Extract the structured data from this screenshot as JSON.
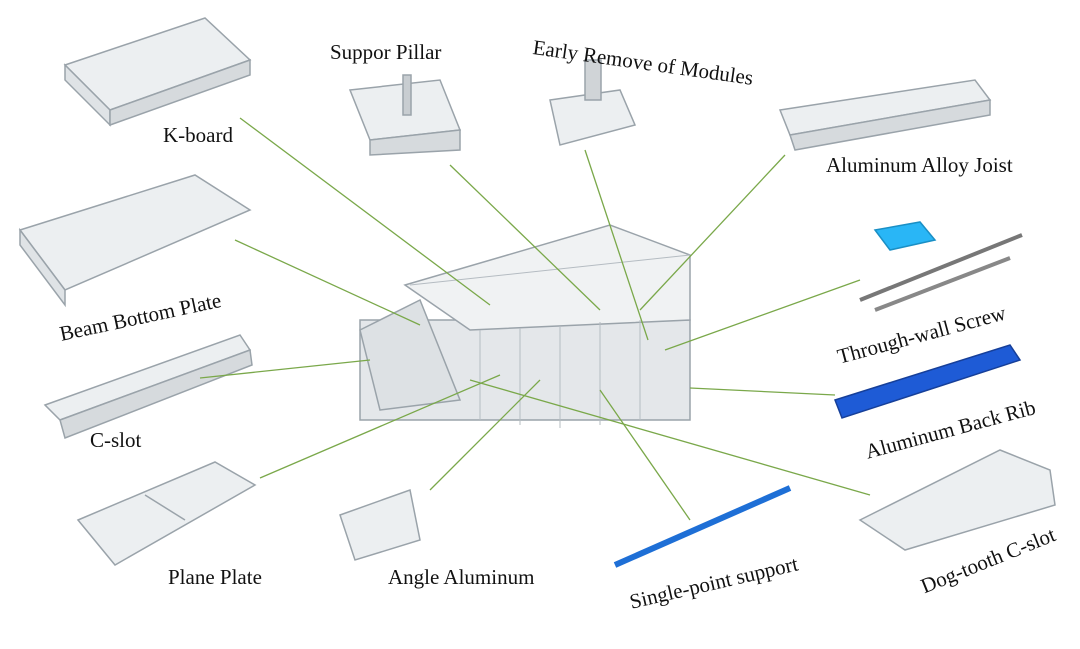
{
  "line_color": "#7aa84a",
  "labels": {
    "k_board": "K-board",
    "support_pillar": "Suppor Pillar",
    "early_remove": "Early Remove of Modules",
    "joist": "Aluminum Alloy Joist",
    "beam_bottom": "Beam Bottom Plate",
    "through_wall": "Through-wall Screw",
    "c_slot": "C-slot",
    "back_rib": "Aluminum Back Rib",
    "plane_plate": "Plane Plate",
    "angle_aluminum": "Angle Aluminum",
    "single_point": "Single-point support",
    "dog_tooth": "Dog-tooth C-slot"
  }
}
